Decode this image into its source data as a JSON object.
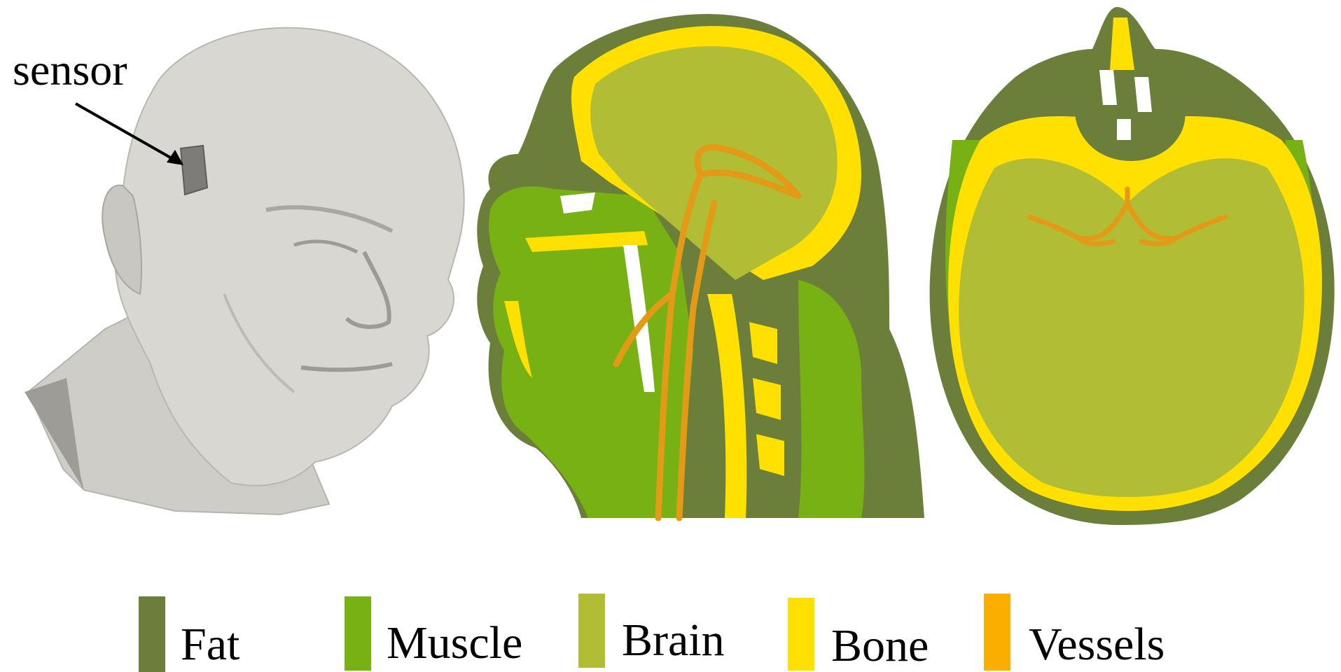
{
  "figure": {
    "sensor_label": "sensor"
  },
  "legend": {
    "items": [
      {
        "label": "Fat",
        "color": "#6b7f3a"
      },
      {
        "label": "Muscle",
        "color": "#78b114"
      },
      {
        "label": "Brain",
        "color": "#b1be35"
      },
      {
        "label": "Bone",
        "color": "#ffe000"
      },
      {
        "label": "Vessels",
        "color": "#fbae00"
      }
    ]
  },
  "colors": {
    "head_surface": "#d9d7d2",
    "head_shadow": "#a9a7a1",
    "sensor_patch": "#7d7c78",
    "fat": "#6b7f3a",
    "muscle": "#78b114",
    "brain": "#b1be35",
    "bone": "#ffe000",
    "vessels": "#e39a16",
    "air": "#ffffff"
  }
}
